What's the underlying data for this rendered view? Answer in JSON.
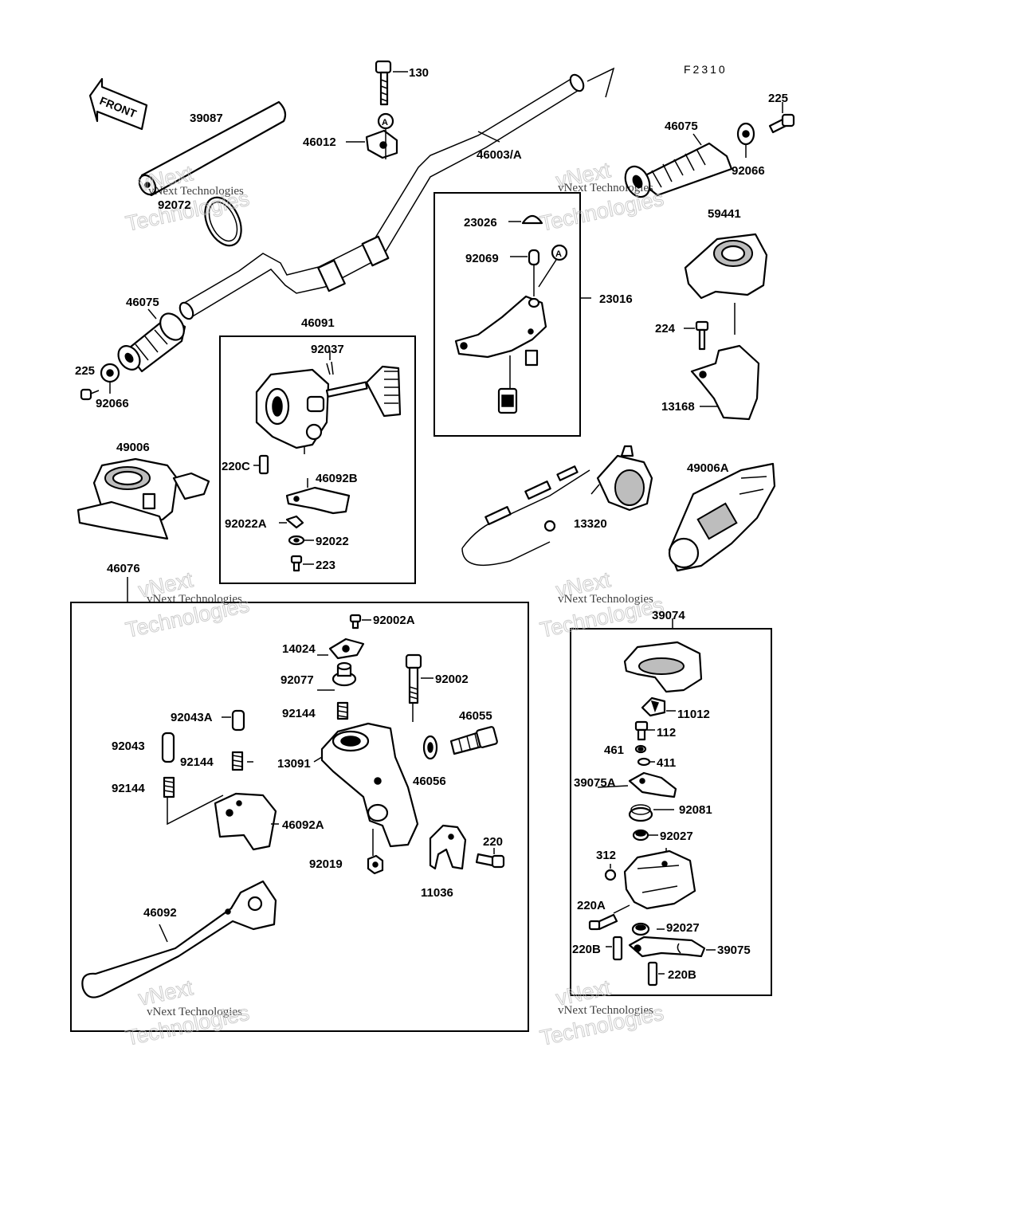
{
  "diagram": {
    "code": "F2310",
    "front_label": "FRONT",
    "watermark": {
      "line1": "vNext Technologies",
      "line2": "Technologies",
      "line3": "vNext"
    },
    "labels": [
      {
        "id": "p130",
        "text": "130"
      },
      {
        "id": "p39087",
        "text": "39087"
      },
      {
        "id": "p46012",
        "text": "46012"
      },
      {
        "id": "p46003",
        "text": "46003/A"
      },
      {
        "id": "p225r",
        "text": "225"
      },
      {
        "id": "p46075r",
        "text": "46075"
      },
      {
        "id": "p92066r",
        "text": "92066"
      },
      {
        "id": "p92072",
        "text": "92072"
      },
      {
        "id": "p23026",
        "text": "23026"
      },
      {
        "id": "p92069",
        "text": "92069"
      },
      {
        "id": "p23016",
        "text": "23016"
      },
      {
        "id": "p59441",
        "text": "59441"
      },
      {
        "id": "p46075l",
        "text": "46075"
      },
      {
        "id": "p46091",
        "text": "46091"
      },
      {
        "id": "p92037",
        "text": "92037"
      },
      {
        "id": "p224",
        "text": "224"
      },
      {
        "id": "p225l",
        "text": "225"
      },
      {
        "id": "p92066l",
        "text": "92066"
      },
      {
        "id": "p13168",
        "text": "13168"
      },
      {
        "id": "p49006",
        "text": "49006"
      },
      {
        "id": "p220C",
        "text": "220C"
      },
      {
        "id": "p46092B",
        "text": "46092B"
      },
      {
        "id": "p49006A",
        "text": "49006A"
      },
      {
        "id": "p13320",
        "text": "13320"
      },
      {
        "id": "p92022A",
        "text": "92022A"
      },
      {
        "id": "p92022",
        "text": "92022"
      },
      {
        "id": "p223",
        "text": "223"
      },
      {
        "id": "p46076",
        "text": "46076"
      },
      {
        "id": "p92002A",
        "text": "92002A"
      },
      {
        "id": "p39074",
        "text": "39074"
      },
      {
        "id": "p14024",
        "text": "14024"
      },
      {
        "id": "p92077",
        "text": "92077"
      },
      {
        "id": "p92002",
        "text": "92002"
      },
      {
        "id": "p92144a",
        "text": "92144"
      },
      {
        "id": "p46055",
        "text": "46055"
      },
      {
        "id": "p11012",
        "text": "11012"
      },
      {
        "id": "p92043A",
        "text": "92043A"
      },
      {
        "id": "p112",
        "text": "112"
      },
      {
        "id": "p92043",
        "text": "92043"
      },
      {
        "id": "p92144b",
        "text": "92144"
      },
      {
        "id": "p13091",
        "text": "13091"
      },
      {
        "id": "p461",
        "text": "461"
      },
      {
        "id": "p411",
        "text": "411"
      },
      {
        "id": "p46056",
        "text": "46056"
      },
      {
        "id": "p39075A",
        "text": "39075A"
      },
      {
        "id": "p92144c",
        "text": "92144"
      },
      {
        "id": "p92081",
        "text": "92081"
      },
      {
        "id": "p46092A",
        "text": "46092A"
      },
      {
        "id": "p92027a",
        "text": "92027"
      },
      {
        "id": "p220",
        "text": "220"
      },
      {
        "id": "p312",
        "text": "312"
      },
      {
        "id": "p92019",
        "text": "92019"
      },
      {
        "id": "p11036",
        "text": "11036"
      },
      {
        "id": "p220A",
        "text": "220A"
      },
      {
        "id": "p46092",
        "text": "46092"
      },
      {
        "id": "p92027b",
        "text": "92027"
      },
      {
        "id": "p220B1",
        "text": "220B"
      },
      {
        "id": "p39075",
        "text": "39075"
      },
      {
        "id": "p220B2",
        "text": "220B"
      }
    ]
  }
}
